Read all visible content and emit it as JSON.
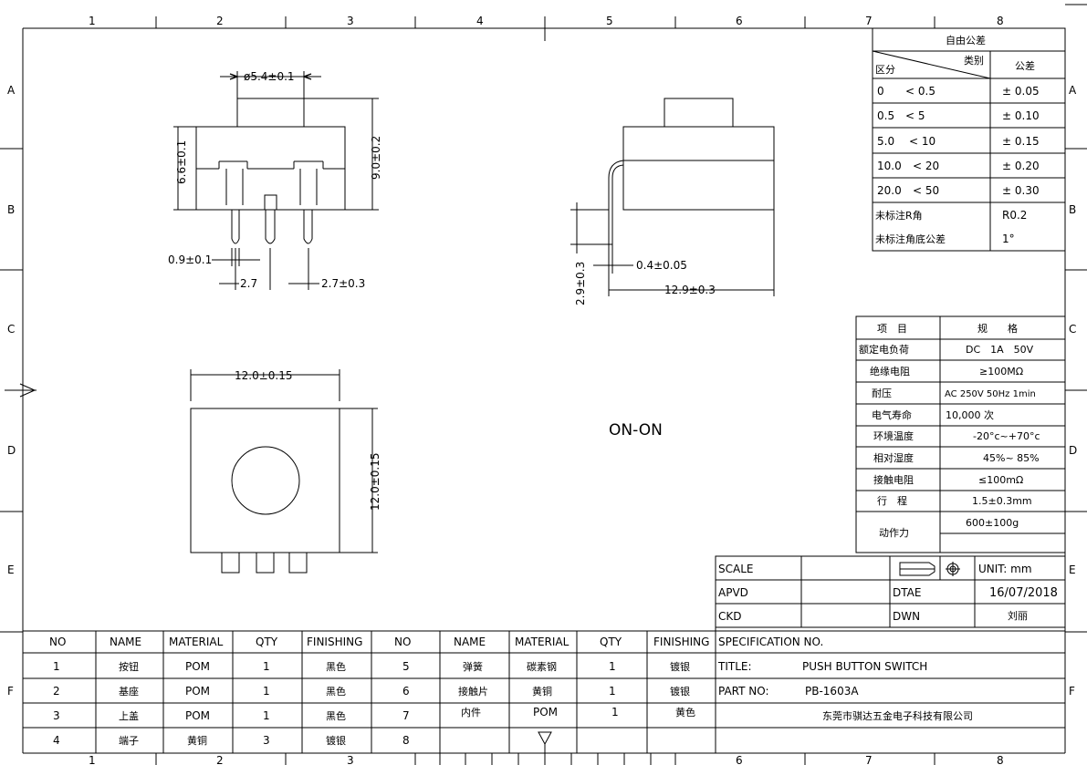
{
  "frame": {
    "cols": [
      "1",
      "2",
      "3",
      "4",
      "5",
      "6",
      "7",
      "8"
    ],
    "rows": [
      "A",
      "B",
      "C",
      "D",
      "E",
      "F"
    ]
  },
  "dims": {
    "d_dia": "ø5.4±0.1",
    "d_h1": "6.6±0.1",
    "d_h2": "9.0±0.2",
    "d_pin": "0.9±0.1",
    "d_p1": "2.7",
    "d_p2": "2.7±0.3",
    "d_pinlen": "2.9±0.3",
    "d_thk": "0.4±0.05",
    "d_len": "12.9±0.3",
    "d_w": "12.0±0.15",
    "d_h": "12.0±0.15"
  },
  "mode_label": "ON-ON",
  "tolerance": {
    "title": "自由公差",
    "col_category": "类别",
    "col_zone": "区分",
    "col_tol": "公差",
    "rows": [
      {
        "a": "0",
        "b": "< 0.5",
        "tol": "± 0.05"
      },
      {
        "a": "0.5",
        "b": "< 5",
        "tol": "± 0.10"
      },
      {
        "a": "5.0",
        "b": "< 10",
        "tol": "± 0.15"
      },
      {
        "a": "10.0",
        "b": "< 20",
        "tol": "± 0.20"
      },
      {
        "a": "20.0",
        "b": "< 50",
        "tol": "± 0.30"
      }
    ],
    "r_label": "未标注R角",
    "r_value": "R0.2",
    "angle_label": "未标注角底公差",
    "angle_value": "1°"
  },
  "specs": {
    "h_item": "项　目",
    "h_spec": "规　　格",
    "rows": [
      {
        "k": "额定电负荷",
        "v": "DC　1A　50V"
      },
      {
        "k": "绝缘电阻",
        "v": "≥100MΩ"
      },
      {
        "k": "耐压",
        "v": "AC 250V 50Hz 1min"
      },
      {
        "k": "电气寿命",
        "v": "10,000 次"
      },
      {
        "k": "环境温度",
        "v": "-20°c~+70°c"
      },
      {
        "k": "相对湿度",
        "v": "45%~ 85%"
      },
      {
        "k": "接触电阻",
        "v": "≤100mΩ"
      },
      {
        "k": "行　程",
        "v": "1.5±0.3mm"
      }
    ],
    "force_label": "动作力",
    "force_value": "600±100g"
  },
  "title_block": {
    "scale": "SCALE",
    "unit": "UNIT: mm",
    "apvd": "APVD",
    "dtae": "DTAE",
    "date": "16/07/2018",
    "ckd": "CKD",
    "dwn": "DWN",
    "drawer": "刘丽",
    "spec_no": "SPECIFICATION NO.",
    "title_label": "TITLE:",
    "title_value": "PUSH BUTTON SWITCH",
    "part_label": "PART NO:",
    "part_value": "PB-1603A",
    "company": "东莞市骐达五金电子科技有限公司"
  },
  "bom": {
    "headers": [
      "NO",
      "NAME",
      "MATERIAL",
      "QTY",
      "FINISHING"
    ],
    "left": [
      [
        "1",
        "按钮",
        "POM",
        "1",
        "黑色"
      ],
      [
        "2",
        "基座",
        "POM",
        "1",
        "黑色"
      ],
      [
        "3",
        "上盖",
        "POM",
        "1",
        "黑色"
      ],
      [
        "4",
        "端子",
        "黄铜",
        "3",
        "镀银"
      ]
    ],
    "right": [
      [
        "5",
        "弹簧",
        "碳素钢",
        "1",
        "镀银"
      ],
      [
        "6",
        "接触片",
        "黄铜",
        "1",
        "镀银"
      ],
      [
        "7",
        "内件",
        "POM",
        "1",
        "黄色"
      ],
      [
        "8",
        "",
        "",
        "",
        ""
      ]
    ]
  }
}
